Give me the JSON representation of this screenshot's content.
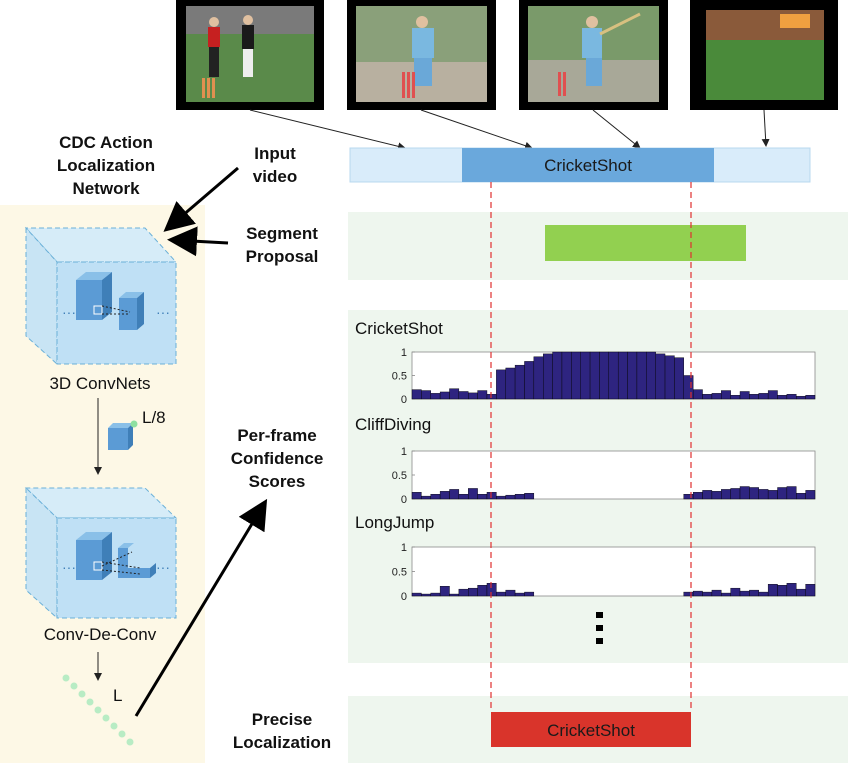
{
  "network": {
    "title_line1": "CDC Action",
    "title_line2": "Localization",
    "title_line3": "Network",
    "stage1_label": "3D ConvNets",
    "downsample_label": "L/8",
    "stage2_label": "Conv-De-Conv",
    "output_length_label": "L"
  },
  "stages": {
    "input_line1": "Input",
    "input_line2": "video",
    "segment_line1": "Segment",
    "segment_line2": "Proposal",
    "perframe_line1": "Per-frame",
    "perframe_line2": "Confidence",
    "perframe_line3": "Scores",
    "precise_line1": "Precise",
    "precise_line2": "Localization"
  },
  "video_frames": [
    {
      "icon": "cricket-bowler-frame"
    },
    {
      "icon": "cricket-batsman-frame-1"
    },
    {
      "icon": "cricket-batsman-frame-2"
    },
    {
      "icon": "stadium-field-frame"
    }
  ],
  "timeline": {
    "action_label": "CricketShot",
    "result_label": "CricketShot",
    "more_indicator": "⋮",
    "colors": {
      "timeline_light": "#d9ecfa",
      "timeline_action": "#6aa8dc",
      "proposal": "#92d050",
      "result": "#d9342b",
      "bars": "#2e2480",
      "panel_green": "#eef6ee",
      "panel_yellow": "#fdf8e6",
      "cube": "#bfe0f5",
      "dashed": "#e03030"
    }
  },
  "chart_data": [
    {
      "type": "bar",
      "title": "CricketShot",
      "yticks": [
        "1",
        "0.5",
        "0"
      ],
      "ylim": [
        0,
        1
      ],
      "values": [
        0.2,
        0.18,
        0.12,
        0.15,
        0.22,
        0.16,
        0.13,
        0.18,
        0.1,
        0.62,
        0.66,
        0.72,
        0.8,
        0.9,
        0.96,
        1,
        1,
        1,
        1,
        1,
        1,
        1,
        1,
        1,
        1,
        1,
        0.96,
        0.92,
        0.88,
        0.5,
        0.2,
        0.1,
        0.12,
        0.18,
        0.08,
        0.16,
        0.1,
        0.12,
        0.18,
        0.08,
        0.1,
        0.06,
        0.08
      ]
    },
    {
      "type": "bar",
      "title": "CliffDiving",
      "yticks": [
        "1",
        "0.5",
        "0"
      ],
      "ylim": [
        0,
        1
      ],
      "values": [
        0.14,
        0.06,
        0.1,
        0.16,
        0.2,
        0.1,
        0.22,
        0.1,
        0.14,
        0.06,
        0.08,
        0.1,
        0.12,
        0,
        0,
        0,
        0,
        0,
        0,
        0,
        0,
        0,
        0,
        0,
        0,
        0,
        0,
        0,
        0,
        0.1,
        0.14,
        0.18,
        0.16,
        0.2,
        0.22,
        0.26,
        0.24,
        0.2,
        0.18,
        0.24,
        0.26,
        0.12,
        0.18
      ]
    },
    {
      "type": "bar",
      "title": "LongJump",
      "yticks": [
        "1",
        "0.5",
        "0"
      ],
      "ylim": [
        0,
        1
      ],
      "values": [
        0.06,
        0.04,
        0.06,
        0.2,
        0.04,
        0.14,
        0.16,
        0.22,
        0.26,
        0.08,
        0.12,
        0.06,
        0.08,
        0,
        0,
        0,
        0,
        0,
        0,
        0,
        0,
        0,
        0,
        0,
        0,
        0,
        0,
        0,
        0,
        0.08,
        0.1,
        0.08,
        0.12,
        0.06,
        0.16,
        0.1,
        0.12,
        0.08,
        0.24,
        0.22,
        0.26,
        0.14,
        0.24
      ]
    }
  ]
}
